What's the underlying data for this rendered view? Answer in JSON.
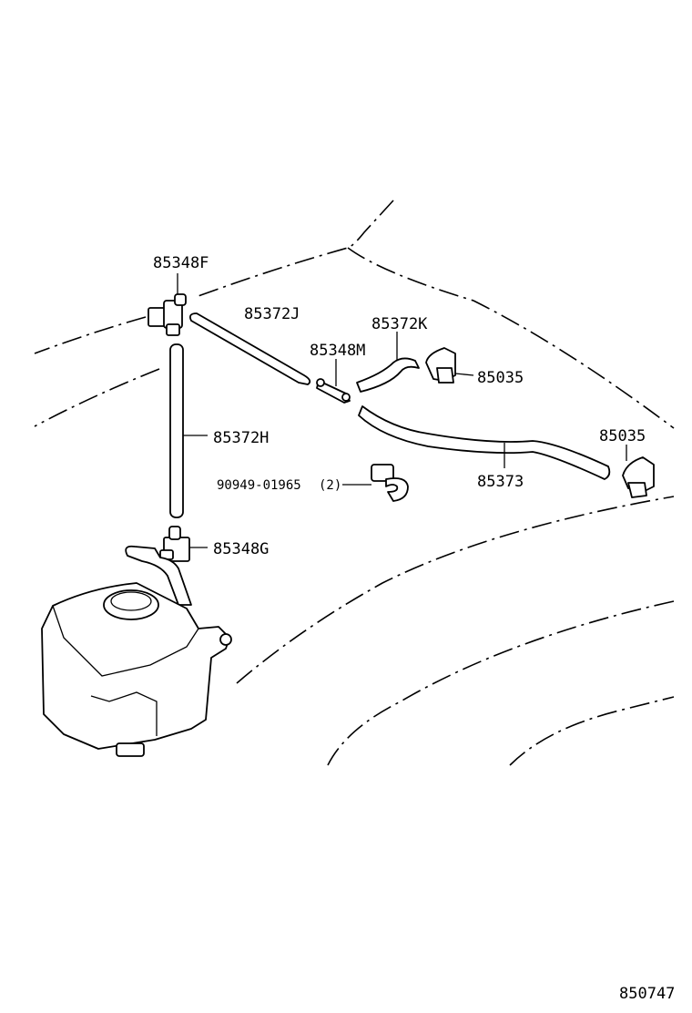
{
  "diagram_id": "850747",
  "parts": {
    "joint_upper": "85348F",
    "hose_right": "85372J",
    "hose_curved": "85372K",
    "joint_middle": "85348M",
    "nozzle_left": "85035",
    "nozzle_right": "85035",
    "hose_vertical": "85372H",
    "hose_long": "85373",
    "clip": "90949-01965",
    "clip_qty": "(2)",
    "joint_lower": "85348G"
  }
}
